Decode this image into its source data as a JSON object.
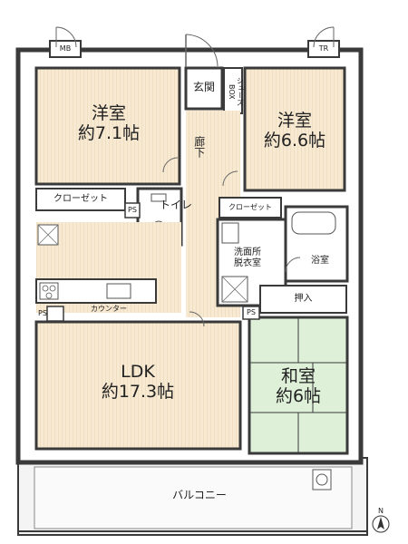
{
  "rooms": {
    "western1": {
      "name": "洋室",
      "size": "約7.1帖"
    },
    "western2": {
      "name": "洋室",
      "size": "約6.6帖"
    },
    "ldk": {
      "name": "LDK",
      "size": "約17.3帖"
    },
    "japanese": {
      "name": "和室",
      "size": "約6帖"
    }
  },
  "labels": {
    "entrance": "玄関",
    "shoe_box": "シューズBOX",
    "corridor": "廊下",
    "closet1": "クローゼット",
    "closet2": "クローゼット",
    "toilet": "トイレ",
    "washroom": "洗面所\n脱衣室",
    "bathroom": "浴室",
    "storage": "押入",
    "counter": "カウンター",
    "balcony": "バルコニー",
    "mb": "MB",
    "tr": "TR",
    "ps1": "PS",
    "ps2": "PS",
    "ps3": "PS",
    "north": "N"
  },
  "colors": {
    "wall": "#3a3a3a",
    "floor": "#f6e7cf",
    "tatami": "#dff0d8",
    "wet": "#ffffff",
    "balcony": "#f4f4f4"
  },
  "icons": [
    "north-arrow-icon",
    "sink-icon",
    "bathtub-icon",
    "toilet-icon",
    "stove-icon",
    "door-swing-icon",
    "outdoor-unit-icon"
  ]
}
